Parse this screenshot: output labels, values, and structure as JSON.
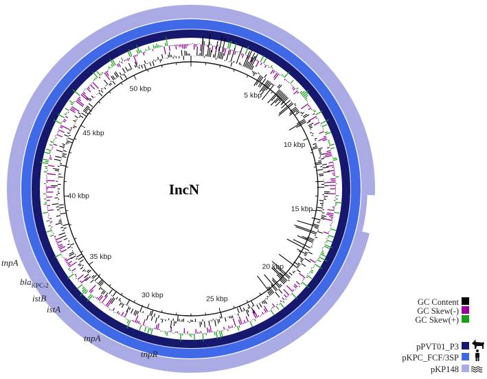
{
  "diagram": {
    "center_label": "IncN",
    "genome_length_kbp": 54,
    "ticks": [
      {
        "kbp": 5,
        "label": "5 kbp"
      },
      {
        "kbp": 10,
        "label": "10 kbp"
      },
      {
        "kbp": 15,
        "label": "15 kbp"
      },
      {
        "kbp": 20,
        "label": "20 kbp"
      },
      {
        "kbp": 25,
        "label": "25 kbp"
      },
      {
        "kbp": 30,
        "label": "30 kbp"
      },
      {
        "kbp": 35,
        "label": "35 kbp"
      },
      {
        "kbp": 40,
        "label": "40 kbp"
      },
      {
        "kbp": 45,
        "label": "45 kbp"
      },
      {
        "kbp": 50,
        "label": "50 kbp"
      }
    ],
    "genes": [
      {
        "id": "tnpA-1",
        "text": "tnpA",
        "sub": ""
      },
      {
        "id": "bla",
        "text": "bla",
        "sub": "KPC-2"
      },
      {
        "id": "istB",
        "text": "istB",
        "sub": ""
      },
      {
        "id": "istA",
        "text": "istA",
        "sub": ""
      },
      {
        "id": "tnpA-2",
        "text": "tnpA",
        "sub": ""
      },
      {
        "id": "tnpR",
        "text": "tnpR",
        "sub": ""
      }
    ],
    "rings": [
      {
        "name": "pPVT01_P3",
        "color": "#16186e"
      },
      {
        "name": "pKPC_FCF/3SP",
        "color": "#3f69e6"
      },
      {
        "name": "pKP148",
        "color": "#aaaae4"
      }
    ]
  },
  "legend": {
    "gc_items": [
      {
        "label": "GC Content",
        "color": "#000000"
      },
      {
        "label": "GC Skew(-)",
        "color": "#990099"
      },
      {
        "label": "GC Skew(+)",
        "color": "#1b9e1b"
      }
    ],
    "ring_items": [
      {
        "label": "pPVT01_P3",
        "color": "#16186e",
        "icon": "dog-icon"
      },
      {
        "label": "pKPC_FCF/3SP",
        "color": "#3f69e6",
        "icon": "person-icon"
      },
      {
        "label": "pKP148",
        "color": "#aaaae4",
        "icon": "water-waves-icon"
      }
    ]
  }
}
